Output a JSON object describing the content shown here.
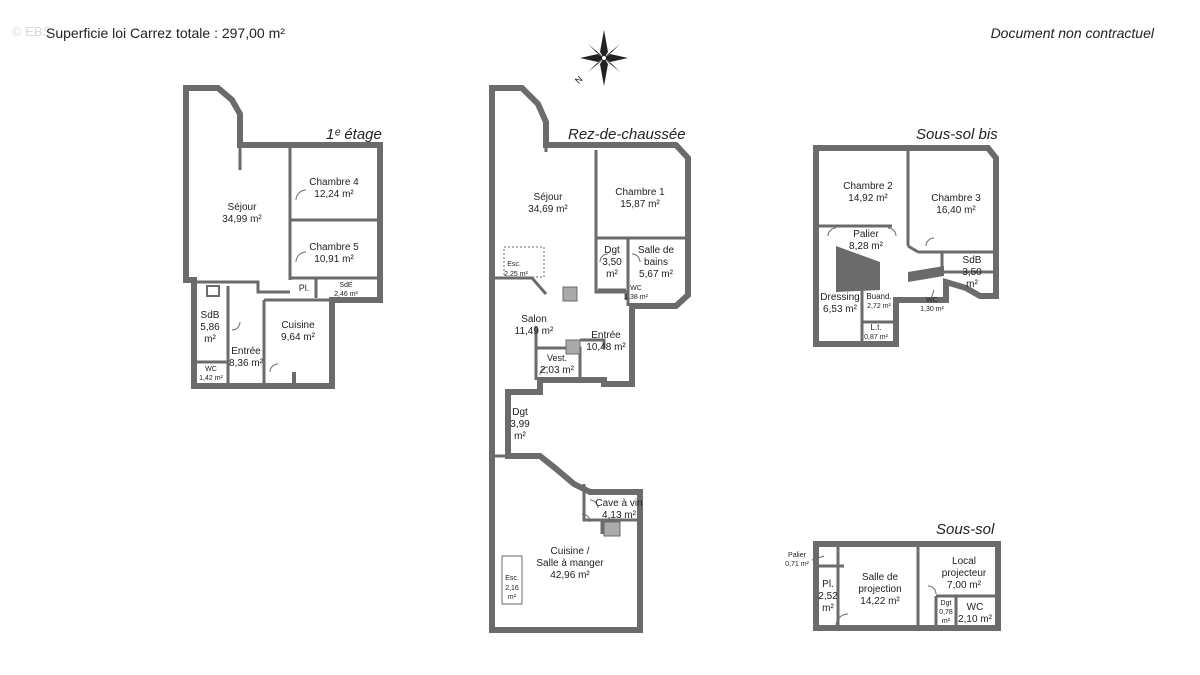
{
  "header": {
    "watermark": "© EBS ...",
    "surface_label": "Superficie loi Carrez totale :",
    "surface_value": "297,00 m²",
    "disclaimer": "Document non contractuel"
  },
  "compass": {
    "north_label": "N"
  },
  "floors": {
    "first": {
      "title": "1ᵉ étage",
      "rooms": {
        "sejour": [
          "Séjour",
          "34,99 m²"
        ],
        "chambre4": [
          "Chambre 4",
          "12,24 m²"
        ],
        "chambre5": [
          "Chambre 5",
          "10,91 m²"
        ],
        "placard": [
          "Pl."
        ],
        "sde": [
          "SdE",
          "2,46 m²"
        ],
        "sdb": [
          "SdB",
          "5,86",
          "m²"
        ],
        "entree": [
          "Entrée",
          "8,36 m²"
        ],
        "cuisine": [
          "Cuisine",
          "9,64 m²"
        ],
        "wc": [
          "WC",
          "1,42 m²"
        ]
      }
    },
    "ground": {
      "title": "Rez-de-chaussée",
      "rooms": {
        "sejour": [
          "Séjour",
          "34,69 m²"
        ],
        "chambre1": [
          "Chambre 1",
          "15,87 m²"
        ],
        "esc": [
          "Esc.",
          "2,25 m²"
        ],
        "dgt_top": [
          "Dgt",
          "3,50",
          "m²"
        ],
        "sdb": [
          "Salle de",
          "bains",
          "5,67 m²"
        ],
        "wc": [
          "WC",
          "1,38 m²"
        ],
        "salon": [
          "Salon",
          "11,49 m²"
        ],
        "entree": [
          "Entrée",
          "10,48 m²"
        ],
        "vest": [
          "Vest.",
          "2,03 m²"
        ],
        "dgt_mid": [
          "Dgt",
          "3,99",
          "m²"
        ],
        "cave": [
          "Cave à vin",
          "4,13 m²"
        ],
        "cuisine": [
          "Cuisine /",
          "Salle à manger",
          "42,96 m²"
        ],
        "esc_low": [
          "Esc.",
          "2,16",
          "m²"
        ]
      }
    },
    "basement_bis": {
      "title": "Sous-sol bis",
      "rooms": {
        "chambre2": [
          "Chambre 2",
          "14,92 m²"
        ],
        "chambre3": [
          "Chambre 3",
          "16,40 m²"
        ],
        "palier": [
          "Palier",
          "8,28 m²"
        ],
        "sdb": [
          "SdB",
          "3,50",
          "m²"
        ],
        "dressing": [
          "Dressing",
          "6,53 m²"
        ],
        "buand": [
          "Buand.",
          "2,72 m²"
        ],
        "wc": [
          "WC",
          "1,30 m²"
        ],
        "lt": [
          "L.t.",
          "0,87 m²"
        ]
      }
    },
    "basement": {
      "title": "Sous-sol",
      "rooms": {
        "palier": [
          "Palier",
          "0,71 m²"
        ],
        "placard": [
          "Pl.",
          "2,52",
          "m²"
        ],
        "projection": [
          "Salle de",
          "projection",
          "14,22 m²"
        ],
        "local": [
          "Local",
          "projecteur",
          "7,00 m²"
        ],
        "dgt": [
          "Dgt",
          "0,78",
          "m²"
        ],
        "wc": [
          "WC",
          "2,10 m²"
        ]
      }
    }
  }
}
